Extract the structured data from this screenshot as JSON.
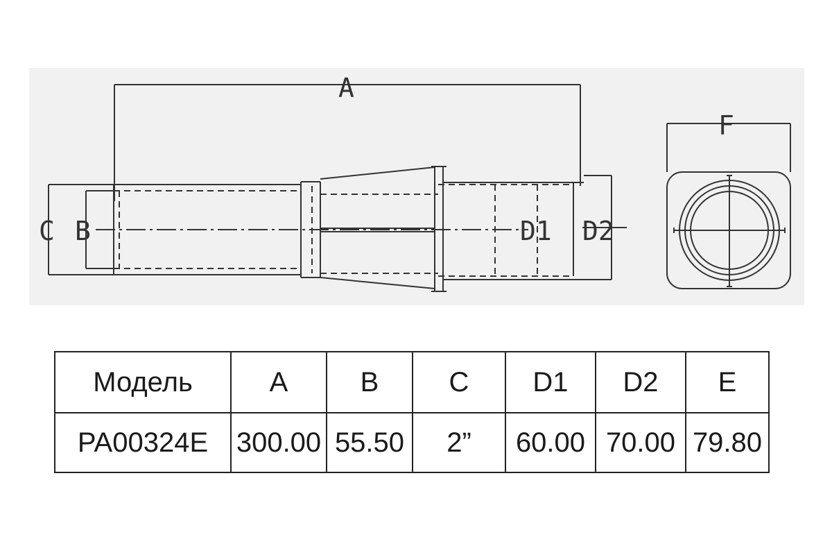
{
  "drawing": {
    "labels": {
      "a": "A",
      "b": "B",
      "c": "C",
      "d1": "D1",
      "d2": "D2",
      "f": "F"
    }
  },
  "table": {
    "headers": [
      "Модель",
      "A",
      "B",
      "C",
      "D1",
      "D2",
      "E"
    ],
    "rows": [
      [
        "PA00324E",
        "300.00",
        "55.50",
        "2”",
        "60.00",
        "70.00",
        "79.80"
      ]
    ]
  }
}
